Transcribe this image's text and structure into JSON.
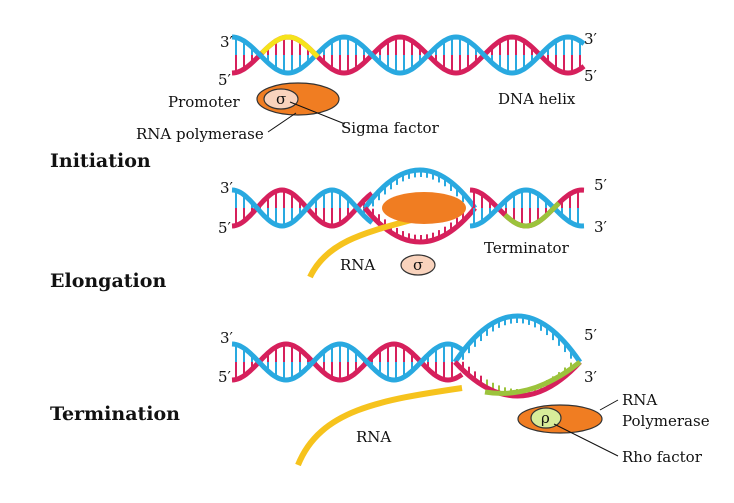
{
  "colors": {
    "blue": "#29a9e0",
    "red": "#d6205c",
    "yellow": "#f5e31b",
    "orange": "#f07d22",
    "green": "#9cc33c",
    "rna": "#f6c31d",
    "pale": "#f9d3bd"
  },
  "stages": {
    "initiation": "Initiation",
    "elongation": "Elongation",
    "termination": "Termination"
  },
  "labels": {
    "three_prime": "3′",
    "five_prime": "5′",
    "promoter": "Promoter",
    "rna_polymerase": "RNA polymerase",
    "sigma_factor": "Sigma factor",
    "dna_helix": "DNA helix",
    "sigma_symbol": "σ",
    "rna": "RNA",
    "terminator": "Terminator",
    "rna_line1": "RNA",
    "polymerase_line2": "Polymerase",
    "rho_symbol": "ρ",
    "rho_factor": "Rho factor"
  }
}
